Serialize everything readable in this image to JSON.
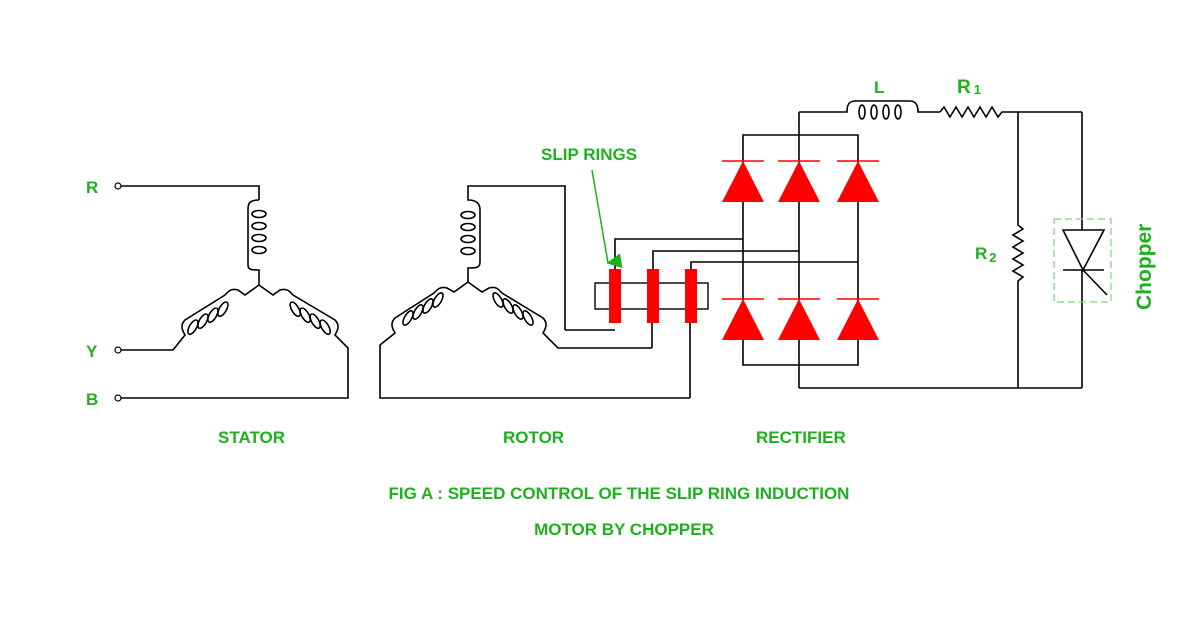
{
  "diagram": {
    "terminals": {
      "r": "R",
      "y": "Y",
      "b": "B"
    },
    "sections": {
      "stator": "STATOR",
      "rotor": "ROTOR",
      "rectifier": "RECTIFIER"
    },
    "components": {
      "slip_rings": "SLIP RINGS",
      "inductor": "L",
      "r1_main": "R",
      "r1_sub": "1",
      "r2_main": "R",
      "r2_sub": "2",
      "chopper": "Chopper"
    },
    "caption": {
      "line1": "FIG A : SPEED CONTROL OF THE SLIP RING INDUCTION",
      "line2": "MOTOR BY CHOPPER"
    },
    "colors": {
      "label_green": "#1fb01f",
      "component_red": "#ff0000",
      "wire_black": "#000000"
    }
  }
}
